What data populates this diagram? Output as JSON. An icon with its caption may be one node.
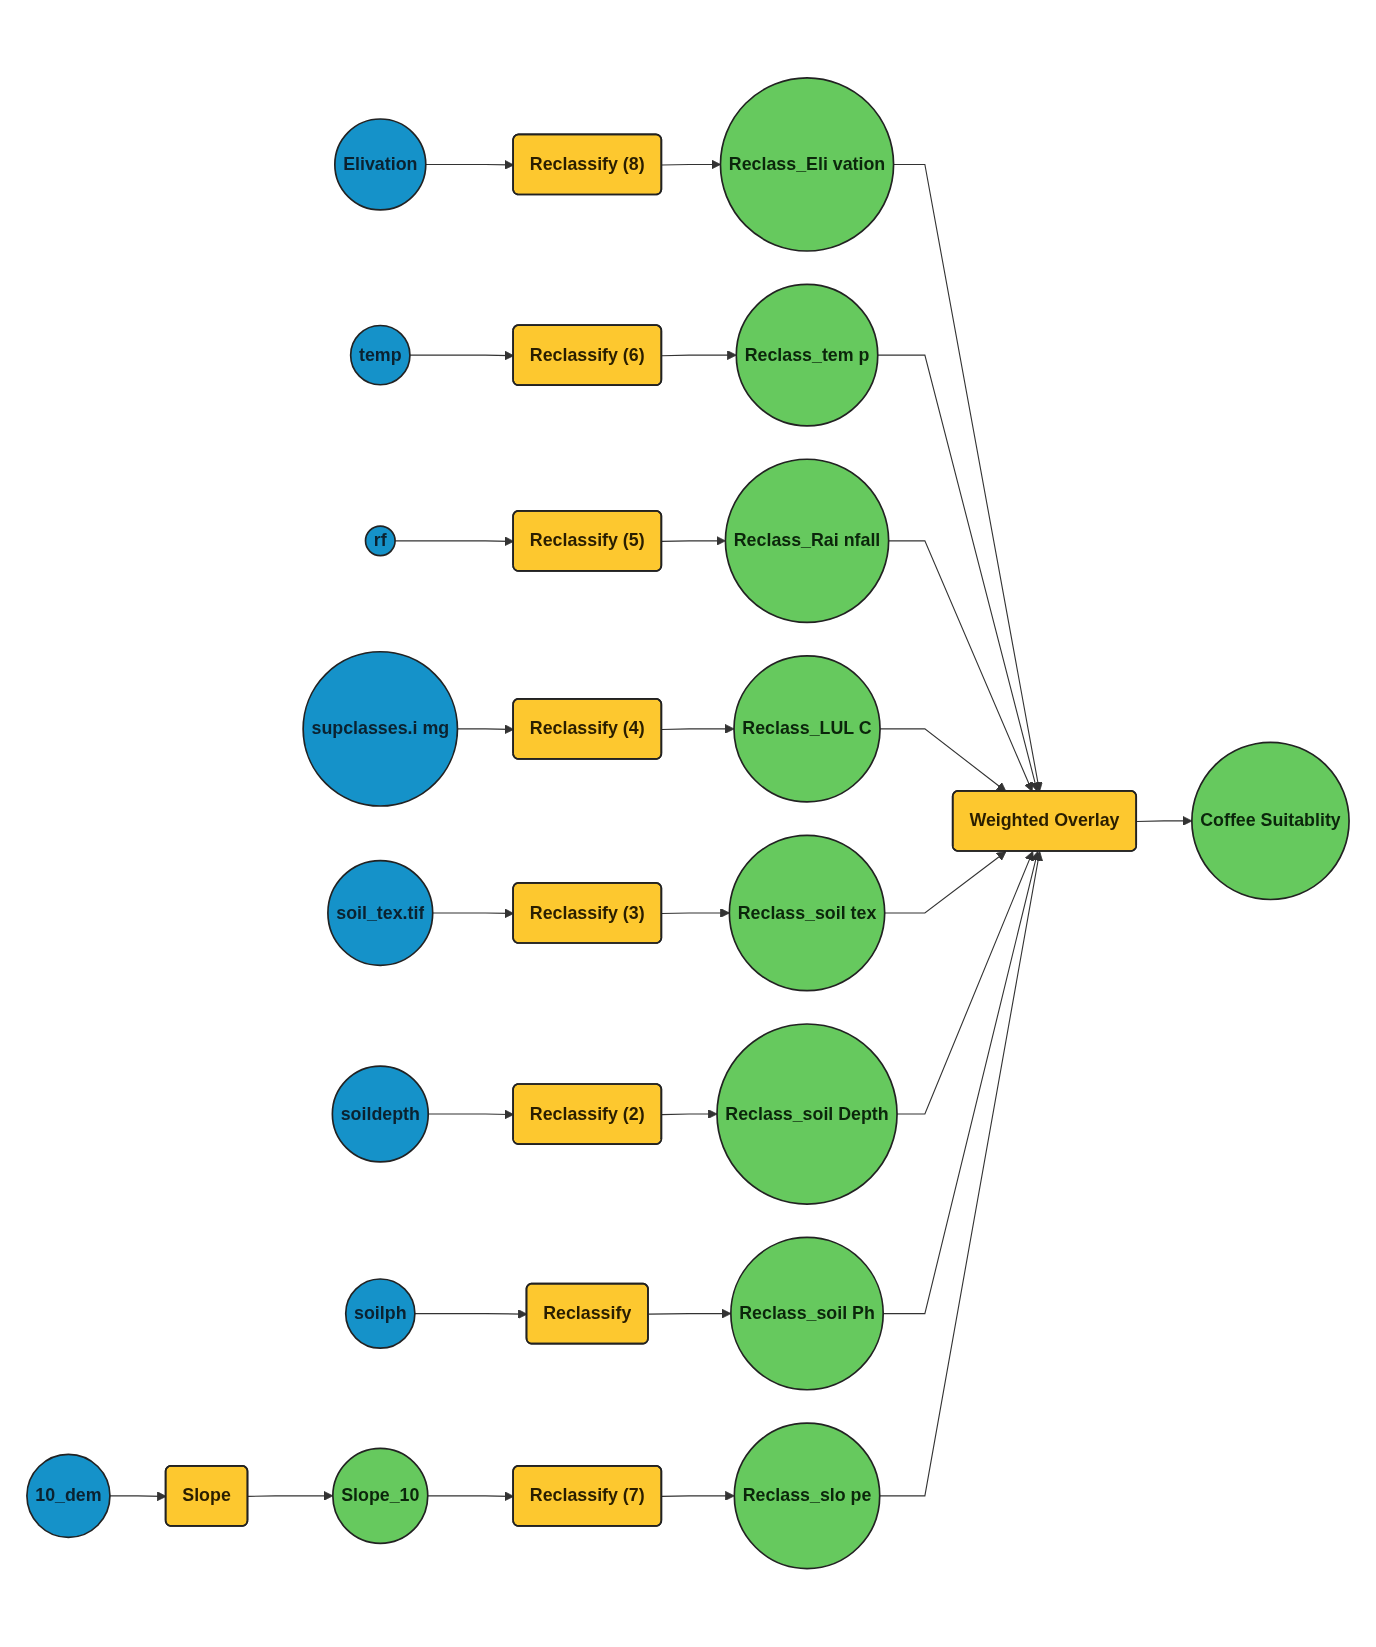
{
  "diagram": {
    "nodes": [
      {
        "text": [
          "Elivation"
        ]
      },
      {
        "text": [
          "Reclassify (8)"
        ]
      },
      {
        "text": [
          "Reclass_Eli vation"
        ]
      },
      {
        "text": [
          "temp"
        ]
      },
      {
        "text": [
          "Reclassify (6)"
        ]
      },
      {
        "text": [
          "Reclass_tem p"
        ]
      },
      {
        "text": [
          "rf"
        ]
      },
      {
        "text": [
          "Reclassify (5)"
        ]
      },
      {
        "text": [
          "Reclass_Rai nfall"
        ]
      },
      {
        "text": [
          "supclasses.i mg"
        ]
      },
      {
        "text": [
          "Reclassify (4)"
        ]
      },
      {
        "text": [
          "Reclass_LUL C"
        ]
      },
      {
        "text": [
          "Weighted Overlay"
        ]
      },
      {
        "text": [
          "Coffee Suitablity"
        ]
      },
      {
        "text": [
          "soil_tex.tif"
        ]
      },
      {
        "text": [
          "Reclassify (3)"
        ]
      },
      {
        "text": [
          "Reclass_soil tex"
        ]
      },
      {
        "text": [
          "soildepth"
        ]
      },
      {
        "text": [
          "Reclassify (2)"
        ]
      },
      {
        "text": [
          "Reclass_soil Depth"
        ]
      },
      {
        "text": [
          "soilph"
        ]
      },
      {
        "text": [
          "Reclassify"
        ]
      },
      {
        "text": [
          "Reclass_soil Ph"
        ]
      },
      {
        "text": [
          "10_dem"
        ]
      },
      {
        "text": [
          "Slope"
        ]
      },
      {
        "text": [
          "Slope_10"
        ]
      },
      {
        "text": [
          "Reclassify (7)"
        ]
      },
      {
        "text": [
          "Reclass_slo pe"
        ]
      }
    ],
    "edges": [
      {
        "from": 0,
        "to": 1,
        "arrow": "to"
      },
      {
        "from": 1,
        "to": 2,
        "arrow": "to"
      },
      {
        "from": 3,
        "to": 4,
        "arrow": "to"
      },
      {
        "from": 4,
        "to": 5,
        "arrow": "to"
      },
      {
        "from": 6,
        "to": 7,
        "arrow": "to"
      },
      {
        "from": 7,
        "to": 8,
        "arrow": "to"
      },
      {
        "from": 9,
        "to": 10,
        "arrow": "to"
      },
      {
        "from": 10,
        "to": 11,
        "arrow": "to"
      },
      {
        "from": 14,
        "to": 15,
        "arrow": "to"
      },
      {
        "from": 15,
        "to": 16,
        "arrow": "to"
      },
      {
        "from": 17,
        "to": 18,
        "arrow": "to"
      },
      {
        "from": 18,
        "to": 19,
        "arrow": "to"
      },
      {
        "from": 20,
        "to": 21,
        "arrow": "to"
      },
      {
        "from": 21,
        "to": 22,
        "arrow": "to"
      },
      {
        "from": 23,
        "to": 24,
        "arrow": "to"
      },
      {
        "from": 24,
        "to": 25,
        "arrow": "to"
      },
      {
        "from": 25,
        "to": 26,
        "arrow": "to"
      },
      {
        "from": 26,
        "to": 27,
        "arrow": "to"
      },
      {
        "from": 2,
        "to": 12,
        "arrow": "to"
      },
      {
        "from": 5,
        "to": 12,
        "arrow": "to"
      },
      {
        "from": 8,
        "to": 12,
        "arrow": "to"
      },
      {
        "from": 11,
        "to": 12,
        "arrow": "to"
      },
      {
        "from": 16,
        "to": 12,
        "arrow": "to"
      },
      {
        "from": 19,
        "to": 12,
        "arrow": "to"
      },
      {
        "from": 22,
        "to": 12,
        "arrow": "to"
      },
      {
        "from": 27,
        "to": 12,
        "arrow": "to"
      },
      {
        "from": 12,
        "to": 13,
        "arrow": "to"
      }
    ]
  }
}
